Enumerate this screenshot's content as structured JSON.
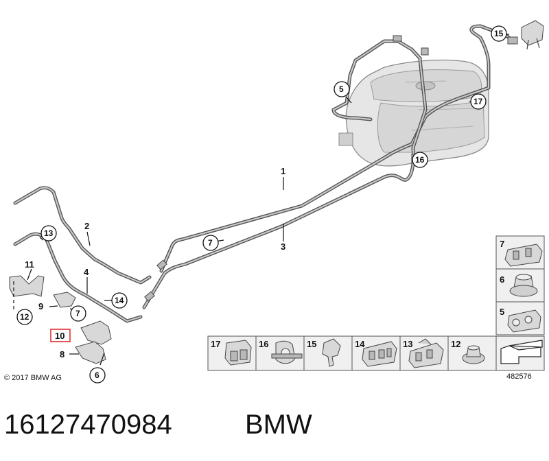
{
  "diagram": {
    "parts": [
      {
        "num": "1",
        "plain": true
      },
      {
        "num": "2",
        "plain": true
      },
      {
        "num": "3",
        "plain": true
      },
      {
        "num": "4",
        "plain": true
      },
      {
        "num": "5",
        "plain": false
      },
      {
        "num": "6",
        "plain": false
      },
      {
        "num": "7",
        "plain": false
      },
      {
        "num": "8",
        "plain": true
      },
      {
        "num": "9",
        "plain": true
      },
      {
        "num": "10",
        "plain": true,
        "highlighted": true
      },
      {
        "num": "11",
        "plain": true
      },
      {
        "num": "12",
        "plain": false
      },
      {
        "num": "13",
        "plain": false
      },
      {
        "num": "14",
        "plain": false
      },
      {
        "num": "15",
        "plain": false
      },
      {
        "num": "16",
        "plain": false
      },
      {
        "num": "17",
        "plain": false
      }
    ],
    "callouts": {
      "c1": "1",
      "c2": "2",
      "c3": "3",
      "c4": "4",
      "c5": "5",
      "c6": "6",
      "c7a": "7",
      "c7b": "7",
      "c8": "8",
      "c9": "9",
      "c10": "10",
      "c11": "11",
      "c12": "12",
      "c13": "13",
      "c14": "14",
      "c15": "15",
      "c16": "16",
      "c17": "17"
    },
    "legend_bottom": [
      "17",
      "16",
      "15",
      "14",
      "13",
      "12"
    ],
    "legend_side": [
      "7",
      "6",
      "5"
    ],
    "copyright": "© 2017 BMW AG",
    "diagram_id": "482576",
    "highlight_color": "#e03030"
  },
  "footer": {
    "part_number": "16127470984",
    "brand": "BMW"
  }
}
